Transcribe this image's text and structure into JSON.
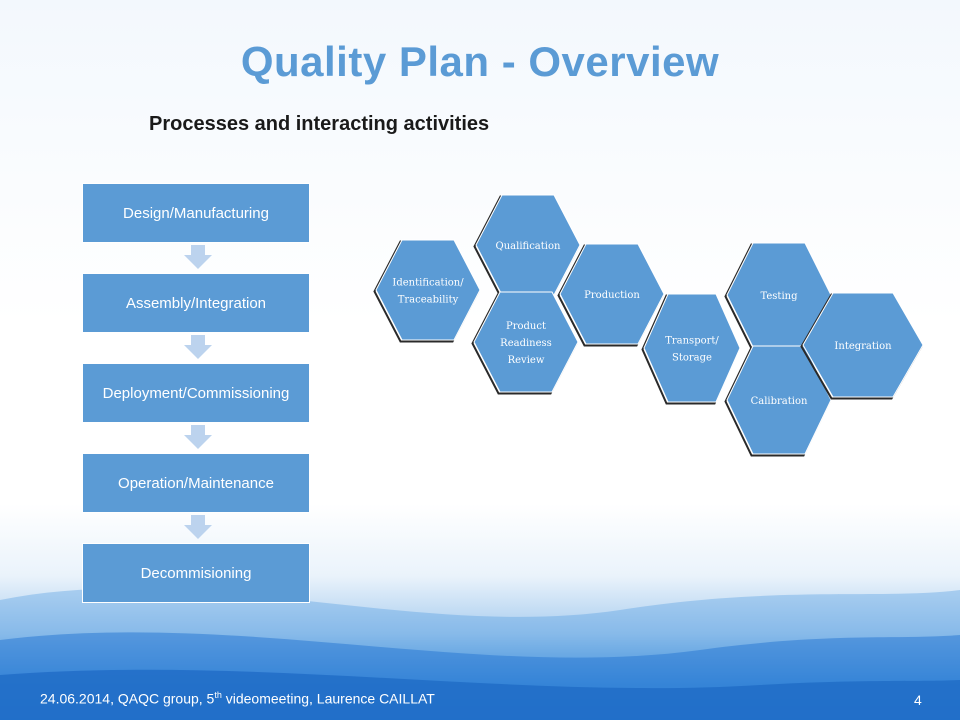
{
  "slide": {
    "title": "Quality Plan - Overview",
    "subtitle": "Processes and interacting activities",
    "page_number": "4",
    "footer": {
      "prefix": "24.06.2014, QAQC  group, 5",
      "superscript": "th",
      "suffix": " videomeeting, Laurence CAILLAT"
    }
  },
  "process_flow": [
    "Design/Manufacturing",
    "Assembly/Integration",
    "Deployment/Commissioning",
    "Operation/Maintenance",
    "Decommisioning"
  ],
  "activities": [
    {
      "id": "identification",
      "lines": [
        "Identification/",
        "Traceability"
      ]
    },
    {
      "id": "qualification",
      "lines": [
        "Qualification"
      ]
    },
    {
      "id": "product-readiness-review",
      "lines": [
        "Product",
        "Readiness",
        "Review"
      ]
    },
    {
      "id": "production",
      "lines": [
        "Production"
      ]
    },
    {
      "id": "transport-storage",
      "lines": [
        "Transport/",
        "Storage"
      ]
    },
    {
      "id": "testing",
      "lines": [
        "Testing"
      ]
    },
    {
      "id": "calibration",
      "lines": [
        "Calibration"
      ]
    },
    {
      "id": "integration",
      "lines": [
        "Integration"
      ]
    }
  ],
  "colors": {
    "accent": "#5b9bd5",
    "hex_fill": "#5b9bd5",
    "hex_outline": "#2a2a2a",
    "arrow": "#bcd3ee",
    "footer_text": "#ffffff"
  }
}
